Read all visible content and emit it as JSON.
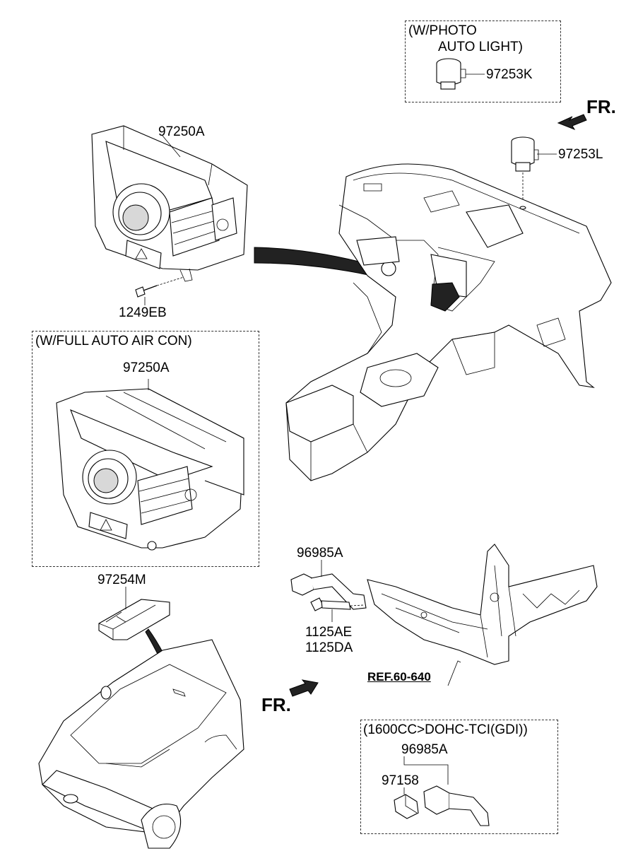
{
  "labels": {
    "photo_box_line1": "(W/PHOTO",
    "photo_box_line2": "AUTO LIGHT)",
    "part_97253K": "97253K",
    "part_97253L": "97253L",
    "fr_top": "FR.",
    "part_97250A_top": "97250A",
    "part_1249EB": "1249EB",
    "full_auto_box": "(W/FULL AUTO AIR CON)",
    "part_97250A_box": "97250A",
    "part_97254M": "97254M",
    "part_96985A_mid": "96985A",
    "part_1125AE": "1125AE",
    "part_1125DA": "1125DA",
    "ref": "REF.60-640",
    "fr_bottom": "FR.",
    "gdi_box": "(1600CC>DOHC-TCI(GDI))",
    "part_96985A_box": "96985A",
    "part_97158": "97158"
  }
}
